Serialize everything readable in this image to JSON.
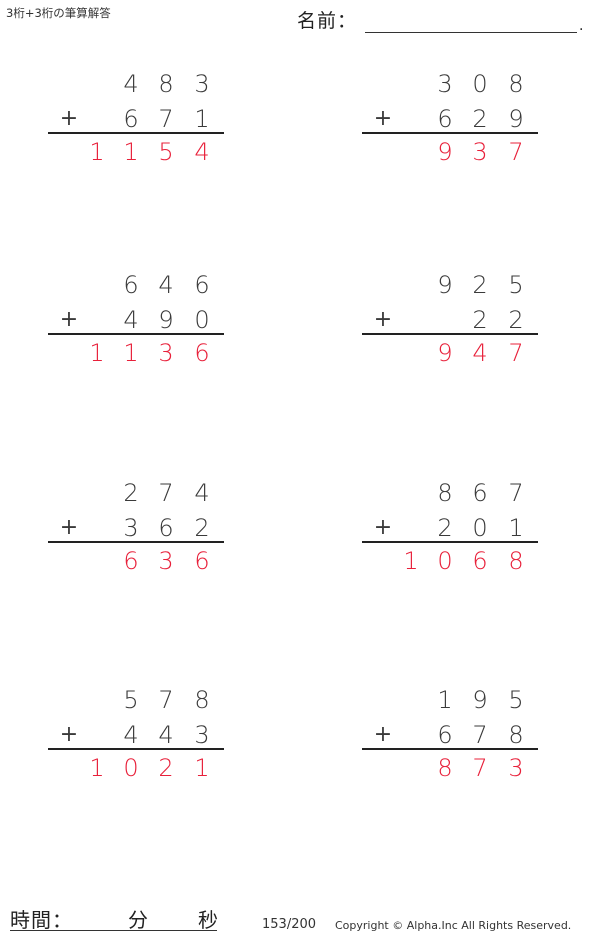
{
  "header": {
    "title": "3桁+3桁の筆算解答",
    "name_label": "名前：",
    "name_value": "",
    "name_end": "."
  },
  "colors": {
    "text": "#3a3a3a",
    "answer": "#e8203a",
    "rule": "#222222"
  },
  "problems": [
    {
      "top": [
        "4",
        "8",
        "3"
      ],
      "bottom": [
        "6",
        "7",
        "1"
      ],
      "operator": "+",
      "answer": [
        "1",
        "1",
        "5",
        "4"
      ]
    },
    {
      "top": [
        "3",
        "0",
        "8"
      ],
      "bottom": [
        "6",
        "2",
        "9"
      ],
      "operator": "+",
      "answer": [
        "",
        "9",
        "3",
        "7"
      ]
    },
    {
      "top": [
        "6",
        "4",
        "6"
      ],
      "bottom": [
        "4",
        "9",
        "0"
      ],
      "operator": "+",
      "answer": [
        "1",
        "1",
        "3",
        "6"
      ]
    },
    {
      "top": [
        "9",
        "2",
        "5"
      ],
      "bottom": [
        "",
        "2",
        "2"
      ],
      "operator": "+",
      "answer": [
        "",
        "9",
        "4",
        "7"
      ]
    },
    {
      "top": [
        "2",
        "7",
        "4"
      ],
      "bottom": [
        "3",
        "6",
        "2"
      ],
      "operator": "+",
      "answer": [
        "",
        "6",
        "3",
        "6"
      ]
    },
    {
      "top": [
        "8",
        "6",
        "7"
      ],
      "bottom": [
        "2",
        "0",
        "1"
      ],
      "operator": "+",
      "answer": [
        "1",
        "0",
        "6",
        "8"
      ]
    },
    {
      "top": [
        "5",
        "7",
        "8"
      ],
      "bottom": [
        "4",
        "4",
        "3"
      ],
      "operator": "+",
      "answer": [
        "1",
        "0",
        "2",
        "1"
      ]
    },
    {
      "top": [
        "1",
        "9",
        "5"
      ],
      "bottom": [
        "6",
        "7",
        "8"
      ],
      "operator": "+",
      "answer": [
        "",
        "8",
        "7",
        "3"
      ]
    }
  ],
  "footer": {
    "time_label": "時間：",
    "minutes_label": "分",
    "seconds_label": "秒",
    "page": "153/200",
    "copyright": "Copyright © Alpha.Inc All Rights Reserved."
  }
}
